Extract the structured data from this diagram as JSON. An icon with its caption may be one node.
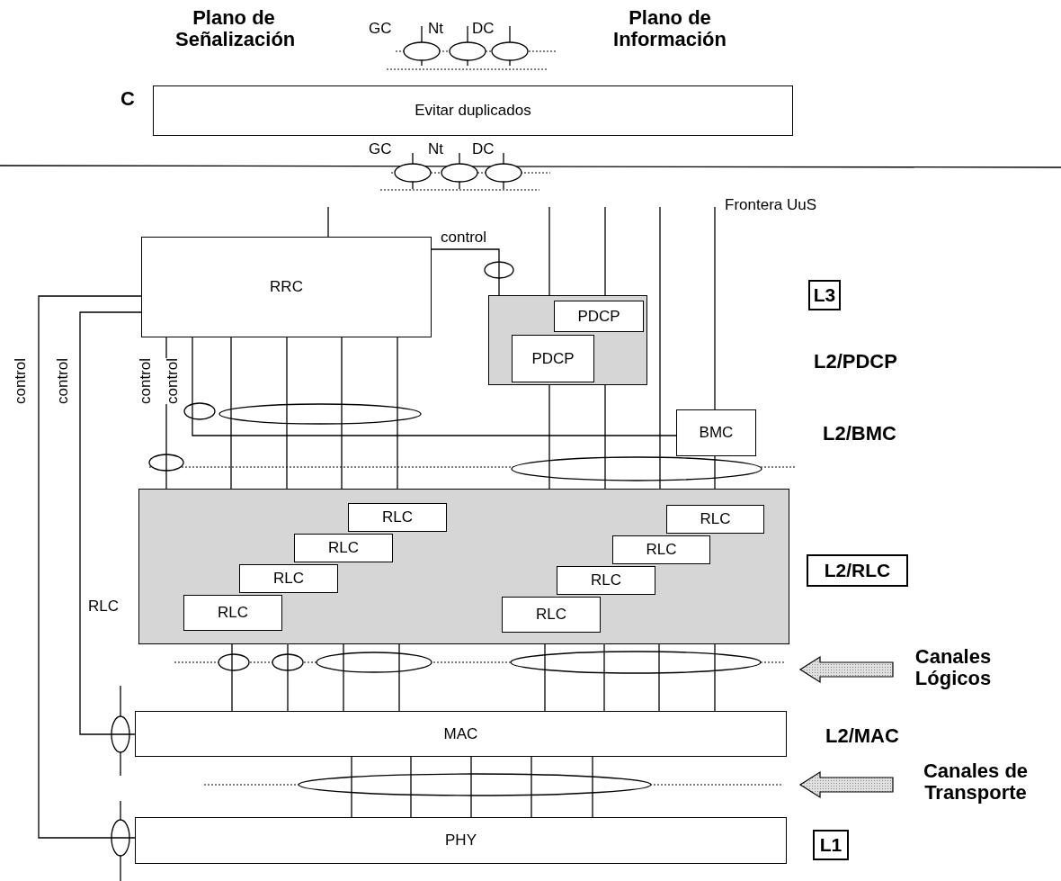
{
  "diagram": {
    "nodes": [
      {
        "text": [
          "Evitar duplicados"
        ]
      },
      {
        "text": [
          "RRC"
        ]
      },
      {
        "text": [],
        "shape": "box"
      },
      {
        "text": [
          "PDCP"
        ],
        "in": 2
      },
      {
        "text": [
          "PDCP"
        ],
        "in": 2
      },
      {
        "text": [
          "BMC"
        ]
      },
      {
        "text": [],
        "shape": "box"
      },
      {
        "text": [
          "RLC"
        ],
        "in": 6
      },
      {
        "text": [
          "RLC"
        ],
        "in": 6
      },
      {
        "text": [
          "RLC"
        ],
        "in": 6
      },
      {
        "text": [
          "RLC"
        ],
        "in": 6
      },
      {
        "text": [
          "RLC"
        ],
        "in": 6
      },
      {
        "text": [
          "RLC"
        ],
        "in": 6
      },
      {
        "text": [
          "RLC"
        ],
        "in": 6
      },
      {
        "text": [
          "RLC"
        ],
        "in": 6
      },
      {
        "text": [
          "MAC"
        ]
      },
      {
        "text": [
          "PHY"
        ]
      },
      {
        "text": [
          "L3"
        ]
      },
      {
        "text": [
          "L2/RLC"
        ]
      },
      {
        "text": [
          "L1"
        ]
      },
      {
        "text": [],
        "shape": "ellipse"
      },
      {
        "text": [],
        "shape": "ellipse"
      },
      {
        "text": [],
        "shape": "ellipse"
      },
      {
        "text": [],
        "shape": "ellipse"
      },
      {
        "text": [],
        "shape": "ellipse"
      },
      {
        "text": [],
        "shape": "ellipse"
      },
      {
        "text": [],
        "shape": "ellipse"
      },
      {
        "text": [],
        "shape": "ellipse"
      },
      {
        "text": [],
        "shape": "ellipse"
      },
      {
        "text": [],
        "shape": "ellipse"
      }
    ],
    "edges": [
      {
        "from": 1,
        "to": 20,
        "arrow": "none",
        "label": "control"
      },
      {
        "from": 20,
        "to": 2,
        "arrow": "none"
      },
      {
        "from": 1,
        "to": 21,
        "arrow": "none",
        "label": "control"
      },
      {
        "from": 21,
        "to": 5,
        "arrow": "none"
      },
      {
        "from": 1,
        "to": 23,
        "arrow": "none",
        "label": "control"
      },
      {
        "from": 23,
        "to": 6,
        "arrow": "none"
      },
      {
        "from": 1,
        "to": 15,
        "arrow": "none",
        "label": "control"
      },
      {
        "from": 1,
        "to": 16,
        "arrow": "none",
        "label": "control"
      },
      {
        "from": 1,
        "to": 22,
        "arrow": "none"
      },
      {
        "from": 1,
        "to": 22,
        "arrow": "none"
      },
      {
        "from": 1,
        "to": 22,
        "arrow": "none"
      },
      {
        "from": 1,
        "to": 22,
        "arrow": "none"
      },
      {
        "from": 22,
        "to": 10,
        "arrow": "none"
      },
      {
        "from": 22,
        "to": 9,
        "arrow": "none"
      },
      {
        "from": 22,
        "to": 8,
        "arrow": "none"
      },
      {
        "from": 22,
        "to": 7,
        "arrow": "none"
      },
      {
        "from": null,
        "to": 1,
        "arrow": "none"
      },
      {
        "from": null,
        "to": 2,
        "arrow": "none"
      },
      {
        "from": null,
        "to": 2,
        "arrow": "none"
      },
      {
        "from": null,
        "to": 24,
        "arrow": "none"
      },
      {
        "from": null,
        "to": 5,
        "arrow": "none"
      },
      {
        "from": 2,
        "to": 24,
        "arrow": "none"
      },
      {
        "from": 2,
        "to": 24,
        "arrow": "none"
      },
      {
        "from": 5,
        "to": 24,
        "arrow": "none"
      },
      {
        "from": 24,
        "to": 14,
        "arrow": "none"
      },
      {
        "from": 24,
        "to": 13,
        "arrow": "none"
      },
      {
        "from": 24,
        "to": 12,
        "arrow": "none"
      },
      {
        "from": 24,
        "to": 11,
        "arrow": "none"
      },
      {
        "from": 10,
        "to": 25,
        "arrow": "none"
      },
      {
        "from": 9,
        "to": 26,
        "arrow": "none"
      },
      {
        "from": 8,
        "to": 27,
        "arrow": "none"
      },
      {
        "from": 7,
        "to": 27,
        "arrow": "none"
      },
      {
        "from": 14,
        "to": 28,
        "arrow": "none"
      },
      {
        "from": 13,
        "to": 28,
        "arrow": "none"
      },
      {
        "from": 12,
        "to": 28,
        "arrow": "none"
      },
      {
        "from": 11,
        "to": 28,
        "arrow": "none"
      },
      {
        "from": 25,
        "to": 15,
        "arrow": "none"
      },
      {
        "from": 26,
        "to": 15,
        "arrow": "none"
      },
      {
        "from": 27,
        "to": 15,
        "arrow": "none"
      },
      {
        "from": 27,
        "to": 15,
        "arrow": "none"
      },
      {
        "from": 28,
        "to": 15,
        "arrow": "none"
      },
      {
        "from": 28,
        "to": 15,
        "arrow": "none"
      },
      {
        "from": 28,
        "to": 15,
        "arrow": "none"
      },
      {
        "from": 28,
        "to": 15,
        "arrow": "none"
      },
      {
        "from": 15,
        "to": 29,
        "arrow": "none"
      },
      {
        "from": 15,
        "to": 29,
        "arrow": "none"
      },
      {
        "from": 15,
        "to": 29,
        "arrow": "none"
      },
      {
        "from": 15,
        "to": 29,
        "arrow": "none"
      },
      {
        "from": 15,
        "to": 29,
        "arrow": "none"
      },
      {
        "from": 29,
        "to": 16,
        "arrow": "none"
      },
      {
        "from": 29,
        "to": 16,
        "arrow": "none"
      },
      {
        "from": 29,
        "to": 16,
        "arrow": "none"
      },
      {
        "from": 29,
        "to": 16,
        "arrow": "none"
      },
      {
        "from": 29,
        "to": 16,
        "arrow": "none"
      }
    ],
    "labels": [
      "Plano de Señalización",
      "GC",
      "Nt",
      "DC",
      "Plano de Información",
      "C",
      "GC",
      "Nt",
      "DC",
      "Frontera UuS",
      "L2/PDCP",
      "L2/BMC",
      "RLC",
      "Canales Lógicos",
      "L2/MAC",
      "Canales de Transporte"
    ]
  }
}
